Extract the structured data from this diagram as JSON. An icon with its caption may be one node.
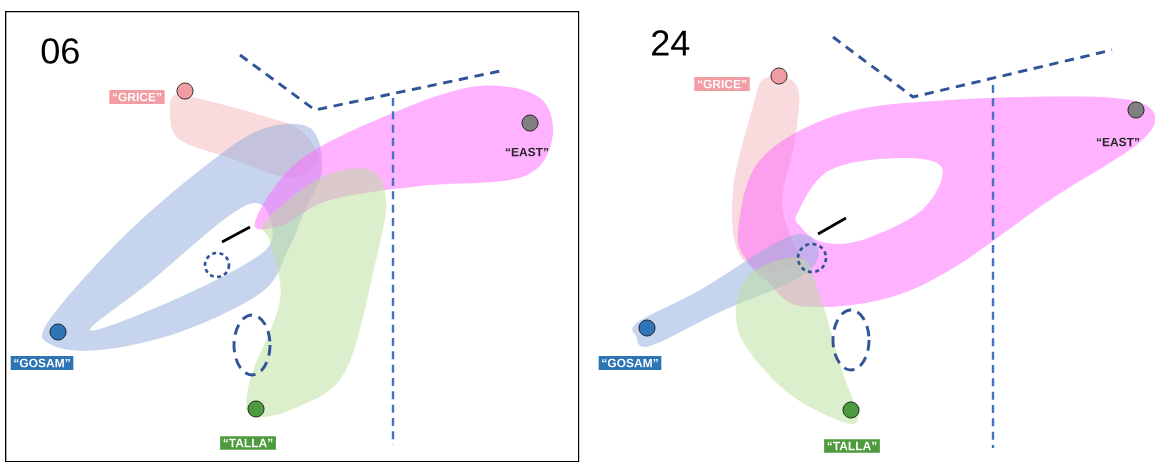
{
  "diagram": {
    "nodes": [
      {
        "text": [
          "06"
        ]
      },
      {
        "text": [
          "“GRICE”"
        ],
        "in": 0
      },
      {
        "text": [
          "“GOSAM”"
        ],
        "in": 0
      },
      {
        "text": [
          "“TALLA”"
        ],
        "in": 0
      },
      {
        "text": [
          "“GRICE”"
        ]
      },
      {
        "text": [
          "“GOSAM”"
        ]
      },
      {
        "text": [
          "“TALLA”"
        ]
      }
    ],
    "labels": [
      "“EAST”",
      "24",
      "“EAST”"
    ]
  }
}
